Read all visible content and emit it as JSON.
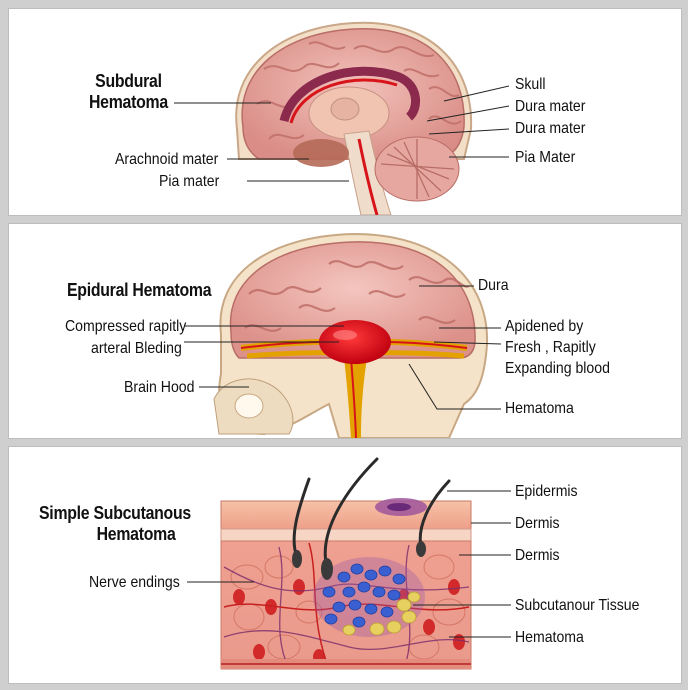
{
  "panels": {
    "subdural": {
      "title_line1": "Subdural",
      "title_line2": "Hematoma",
      "labels": {
        "skull": "Skull",
        "dura1": "Dura mater",
        "dura2": "Dura mater",
        "pia_mater_right": "Pia Mater",
        "arachnoid": "Arachnoid mater",
        "pia_mater_left": "Pia mater"
      }
    },
    "epidural": {
      "title": "Epidural Hematoma",
      "labels": {
        "dura": "Dura",
        "compressed_line1": "Compressed rapitly",
        "compressed_line2": "arteral Bleding",
        "brain_hood": "Brain Hood",
        "apidened": "Apidened by",
        "fresh": "Fresh , Rapitly",
        "expanding": "Expanding blood",
        "hematoma": "Hematoma"
      }
    },
    "subcutaneous": {
      "title_line1": "Simple Subcutanous",
      "title_line2": "Hematoma",
      "labels": {
        "nerve": "Nerve endings",
        "epidermis": "Epidermis",
        "dermis1": "Dermis",
        "dermis2": "Dermis",
        "subcut": "Subcutanour Tissue",
        "hematoma": "Hematoma"
      }
    }
  },
  "colors": {
    "brain": "#e7a9a3",
    "brain_fold": "#c9746e",
    "skull": "#f1dcc0",
    "blood": "#d8141b",
    "vessel": "#e0a000",
    "skin": "#f3b39b",
    "dermis": "#e88e7f",
    "bruise_blue": "#3a5fd0",
    "bruise_yellow": "#e8d060"
  }
}
